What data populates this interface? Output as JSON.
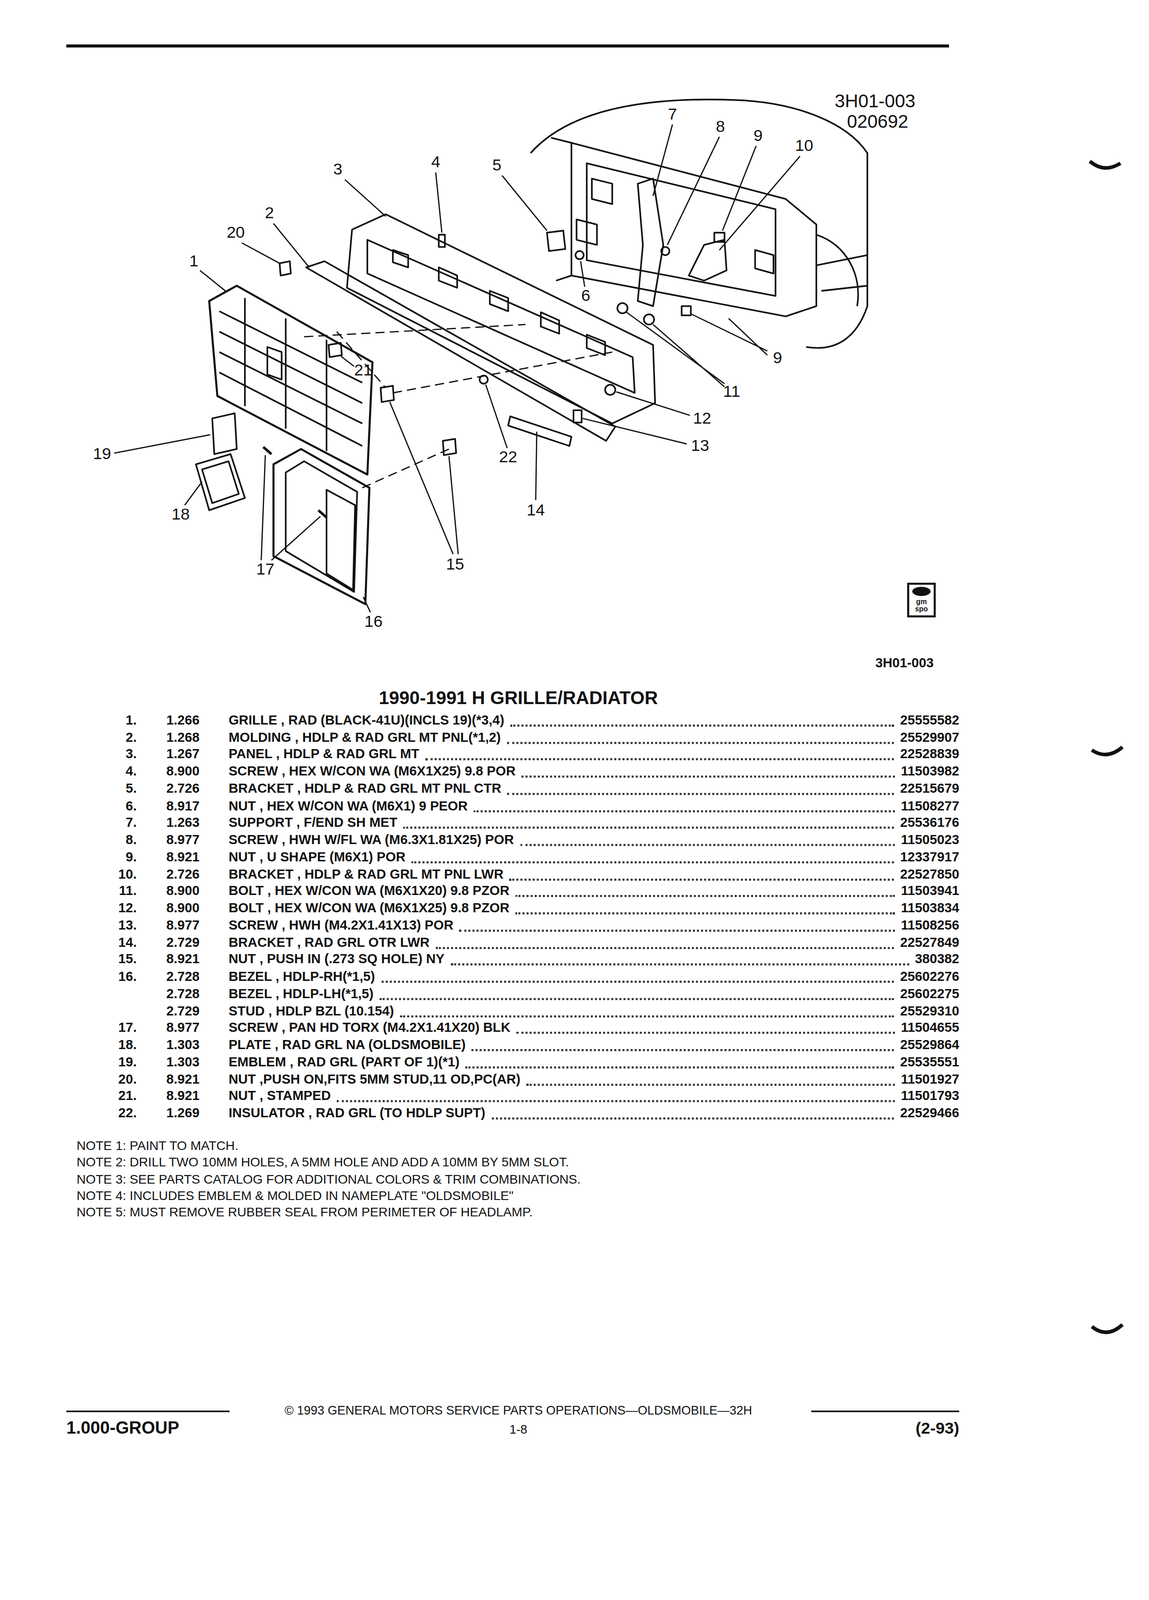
{
  "diagram": {
    "title": "1990-1991 H GRILLE/RADIATOR",
    "nodes": [
      {
        "text": [
          "gm spo"
        ]
      }
    ],
    "labels": [
      "3H01-003",
      "020692",
      "7",
      "8",
      "9",
      "10",
      "3",
      "4",
      "5",
      "20",
      "2",
      "1",
      "6",
      "21",
      "9",
      "11",
      "12",
      "13",
      "22",
      "19",
      "14",
      "18",
      "17",
      "15",
      "16",
      "3H01-003",
      "1.",
      "1.266",
      "GRILLE , RAD (BLACK-41U)(INCLS 19)(*3,4)",
      "25555582",
      "2.",
      "1.268",
      "MOLDING , HDLP & RAD GRL MT PNL(*1,2)",
      "25529907",
      "3.",
      "1.267",
      "PANEL , HDLP & RAD GRL MT",
      "22528839",
      "4.",
      "8.900",
      "SCREW , HEX W/CON WA (M6X1X25) 9.8 POR",
      "11503982",
      "5.",
      "2.726",
      "BRACKET , HDLP & RAD GRL MT PNL CTR",
      "22515679",
      "6.",
      "8.917",
      "NUT , HEX W/CON WA (M6X1) 9 PEOR",
      "11508277",
      "7.",
      "1.263",
      "SUPPORT , F/END SH MET",
      "25536176",
      "8.",
      "8.977",
      "SCREW , HWH W/FL WA (M6.3X1.81X25) POR",
      "11505023",
      "9.",
      "8.921",
      "NUT , U SHAPE (M6X1) POR",
      "12337917",
      "10.",
      "2.726",
      "BRACKET , HDLP & RAD GRL MT PNL LWR",
      "22527850",
      "11.",
      "8.900",
      "BOLT , HEX W/CON WA (M6X1X20) 9.8 PZOR",
      "11503941",
      "12.",
      "8.900",
      "BOLT , HEX W/CON WA (M6X1X25) 9.8 PZOR",
      "11503834",
      "13.",
      "8.977",
      "SCREW , HWH (M4.2X1.41X13) POR",
      "11508256",
      "14.",
      "2.729",
      "BRACKET , RAD GRL OTR LWR",
      "22527849",
      "15.",
      "8.921",
      "NUT , PUSH IN (.273 SQ HOLE) NY",
      "380382",
      "16.",
      "2.728",
      "BEZEL , HDLP-RH(*1,5)",
      "25602276",
      "2.728",
      "BEZEL , HDLP-LH(*1,5)",
      "25602275",
      "2.729",
      "STUD , HDLP BZL (10.154)",
      "25529310",
      "17.",
      "8.977",
      "SCREW , PAN HD TORX (M4.2X1.41X20) BLK",
      "11504655",
      "18.",
      "1.303",
      "PLATE , RAD GRL NA (OLDSMOBILE)",
      "25529864",
      "19.",
      "1.303",
      "EMBLEM , RAD GRL (PART OF 1)(*1)",
      "25535551",
      "20.",
      "8.921",
      "NUT ,PUSH ON,FITS 5MM STUD,11 OD,PC(AR)",
      "11501927",
      "21.",
      "8.921",
      "NUT , STAMPED",
      "11501793",
      "22.",
      "1.269",
      "INSULATOR , RAD GRL (TO HDLP SUPT)",
      "22529466",
      "NOTE 1: PAINT TO MATCH.",
      "NOTE 2: DRILL TWO 10MM HOLES, A 5MM HOLE AND ADD A 10MM BY 5MM SLOT.",
      "NOTE 3: SEE PARTS CATALOG FOR ADDITIONAL COLORS & TRIM COMBINATIONS.",
      "NOTE 4: INCLUDES EMBLEM & MOLDED IN NAMEPLATE \"OLDSMOBILE\"",
      "NOTE 5: MUST REMOVE RUBBER SEAL FROM PERIMETER OF HEADLAMP.",
      "© 1993 GENERAL MOTORS SERVICE PARTS OPERATIONS—OLDSMOBILE—32H",
      "1.000-GROUP",
      "1-8",
      "(2-93)"
    ]
  }
}
